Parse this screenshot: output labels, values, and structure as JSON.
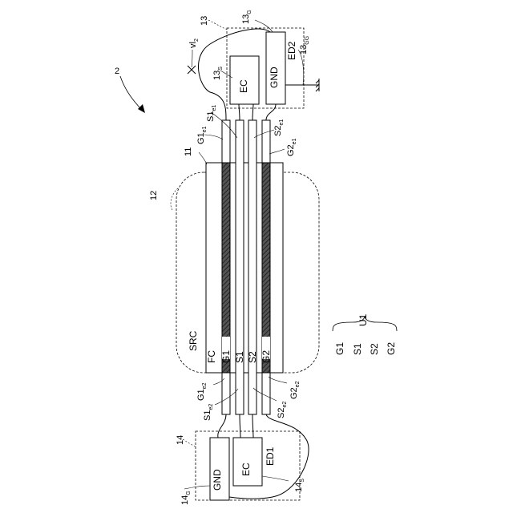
{
  "figure": {
    "number": "2"
  },
  "labels": {
    "ref_12": "12",
    "ref_11": "11",
    "ref_13": "13",
    "ref_14": "14",
    "src": "SRC",
    "fc": "FC",
    "g1": "G1",
    "s1": "S1",
    "s2": "S2",
    "g2": "G2",
    "ec_top": "EC",
    "gnd_top": "GND",
    "ed2": "ED2",
    "ec_bottom": "EC",
    "gnd_bottom": "GND",
    "ed1": "ED1",
    "u1": "U1",
    "legend_g1": "G1",
    "legend_s1": "S1",
    "legend_s2": "S2",
    "legend_g2": "G2",
    "vl2_main": "vl",
    "vl2_sub": "2",
    "g1e1_main": "G1",
    "g1e1_sub": "e1",
    "s1e1_main": "S1",
    "s1e1_sub": "e1",
    "s2e1_main": "S2",
    "s2e1_sub": "e1",
    "g2e1_main": "G2",
    "g2e1_sub": "e1",
    "g1e2_main": "G1",
    "g1e2_sub": "e2",
    "s1e2_main": "S1",
    "s1e2_sub": "e2",
    "s2e2_main": "S2",
    "s2e2_sub": "e2",
    "g2e2_main": "G2",
    "g2e2_sub": "e2",
    "r13g_main": "13",
    "r13g_sub": "G",
    "r13s_main": "13",
    "r13s_sub": "S",
    "r13gg_main": "13",
    "r13gg_sub": "GG",
    "r14g_main": "14",
    "r14g_sub": "G",
    "r14s_main": "14",
    "r14s_sub": "S"
  }
}
